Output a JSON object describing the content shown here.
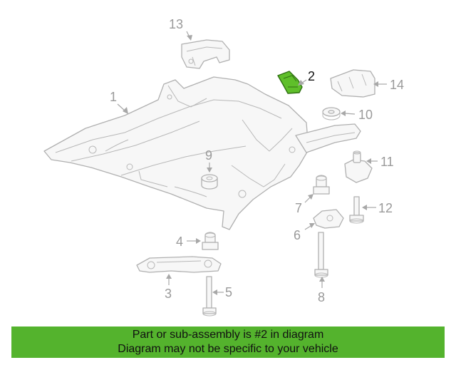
{
  "diagram": {
    "highlighted_part": "2",
    "highlight_color": "#5fbf2a",
    "callouts": {
      "c1": "1",
      "c2": "2",
      "c3": "3",
      "c4": "4",
      "c5": "5",
      "c6": "6",
      "c7": "7",
      "c8": "8",
      "c9": "9",
      "c10": "10",
      "c11": "11",
      "c12": "12",
      "c13": "13",
      "c14": "14"
    }
  },
  "banner": {
    "line1": "Part or sub-assembly is #2 in diagram",
    "line2": "Diagram may not be specific to your vehicle",
    "background": "#54b32d"
  }
}
